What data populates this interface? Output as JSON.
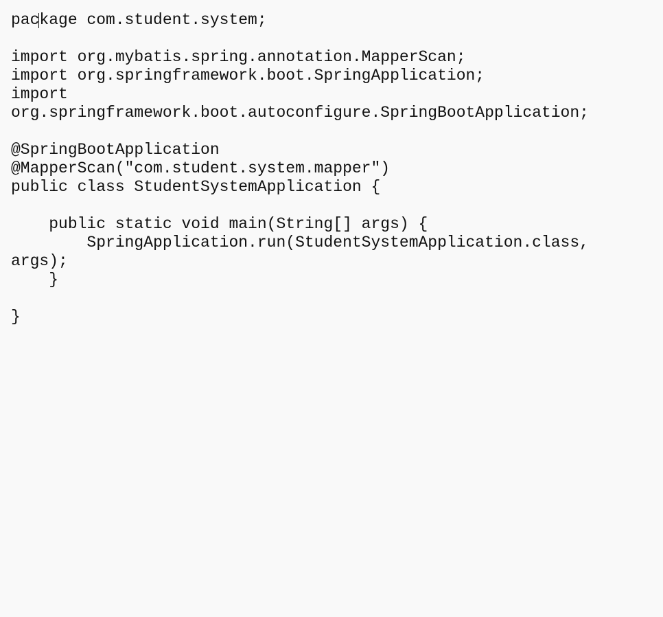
{
  "editor": {
    "lines": [
      "package com.student.system;",
      "",
      "import org.mybatis.spring.annotation.MapperScan;",
      "import org.springframework.boot.SpringApplication;",
      "import",
      "org.springframework.boot.autoconfigure.SpringBootApplication;",
      "",
      "@SpringBootApplication",
      "@MapperScan(\"com.student.system.mapper\")",
      "public class StudentSystemApplication {",
      "",
      "    public static void main(String[] args) {",
      "        SpringApplication.run(StudentSystemApplication.class,",
      "args);",
      "    }",
      "",
      "}"
    ]
  }
}
